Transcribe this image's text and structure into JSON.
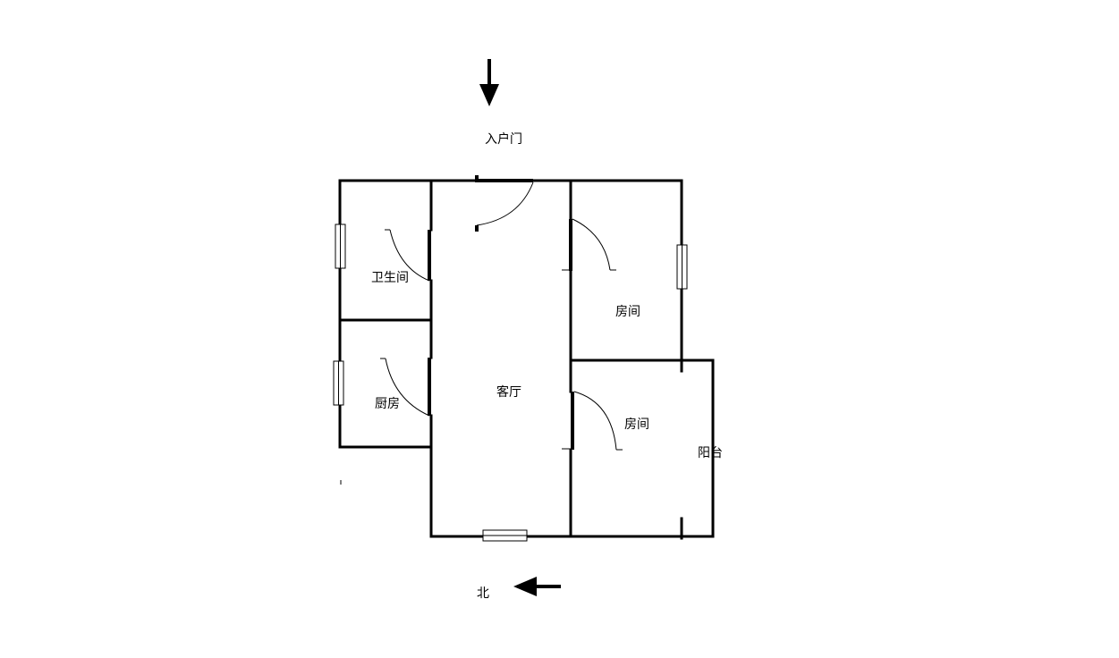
{
  "entrance": {
    "label": "入户门"
  },
  "north": {
    "label": "北"
  },
  "rooms": {
    "bathroom": "卫生间",
    "kitchen": "厨房",
    "living_room": "客厅",
    "bedroom_top": "房间",
    "bedroom_bottom": "房间",
    "balcony": "阳台"
  }
}
